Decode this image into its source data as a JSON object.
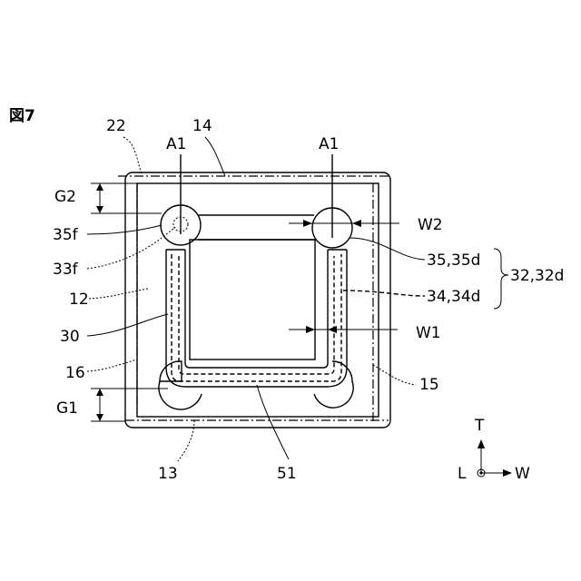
{
  "figure_label": "図7",
  "labels": {
    "l22": "22",
    "l14": "14",
    "a1_left": "A1",
    "a1_right": "A1",
    "g2": "G2",
    "l35f": "35f",
    "l33f": "33f",
    "w2": "W2",
    "l35_35d": "35,35d",
    "l32_32d": "32,32d",
    "l34_34d": "34,34d",
    "l12": "12",
    "l30": "30",
    "w1": "W1",
    "l16": "16",
    "l15": "15",
    "g1": "G1",
    "l13": "13",
    "l51": "51",
    "axis_t": "T",
    "axis_l": "L",
    "axis_w": "W"
  }
}
